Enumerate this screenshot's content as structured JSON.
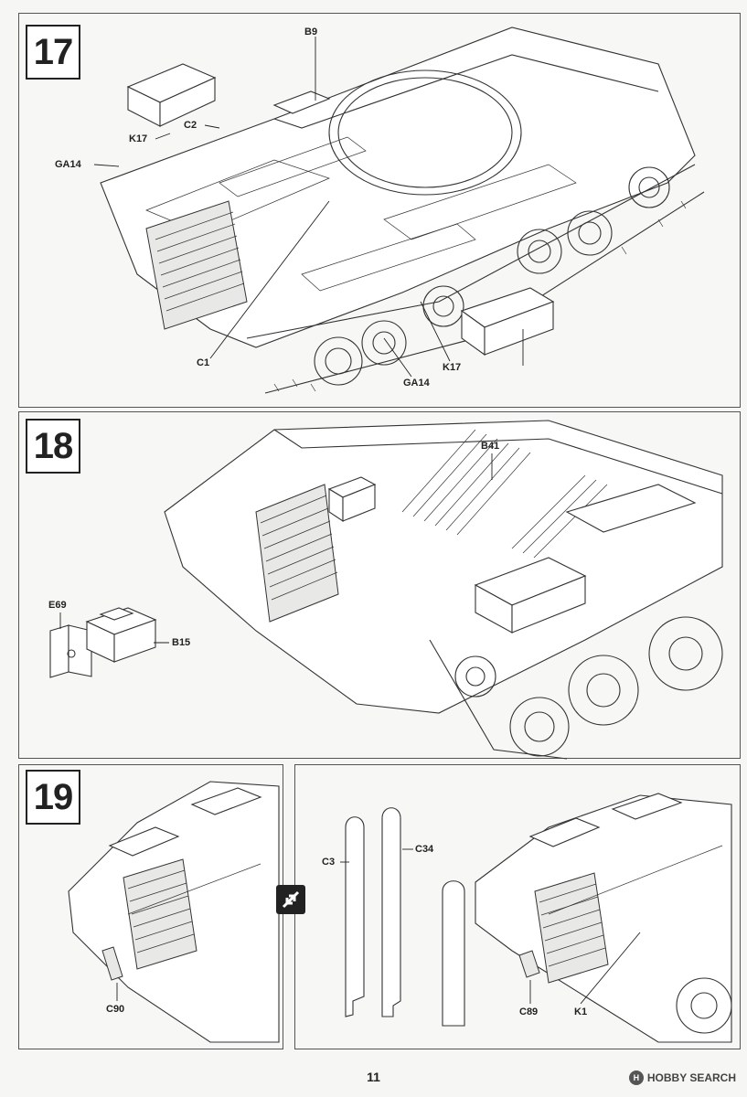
{
  "steps": {
    "s17": {
      "number": "17",
      "labels": {
        "b9": "B9",
        "c2": "C2",
        "k17_top": "K17",
        "ga14_left": "GA14",
        "c1": "C1",
        "ga14_bottom": "GA14",
        "k17_bottom": "K17"
      }
    },
    "s18": {
      "number": "18",
      "labels": {
        "b41": "B41",
        "e69": "E69",
        "b15": "B15"
      }
    },
    "s19": {
      "number": "19",
      "labels": {
        "c90": "C90",
        "c3": "C3",
        "c34": "C34",
        "c89": "C89",
        "k1": "K1"
      }
    }
  },
  "footer": {
    "page_number": "11",
    "watermark_text": "HOBBY SEARCH",
    "watermark_icon": "hobby-search-logo-icon",
    "watermark_logo_letter": "H"
  },
  "icons": {
    "swap": "swap-arrows-icon"
  }
}
